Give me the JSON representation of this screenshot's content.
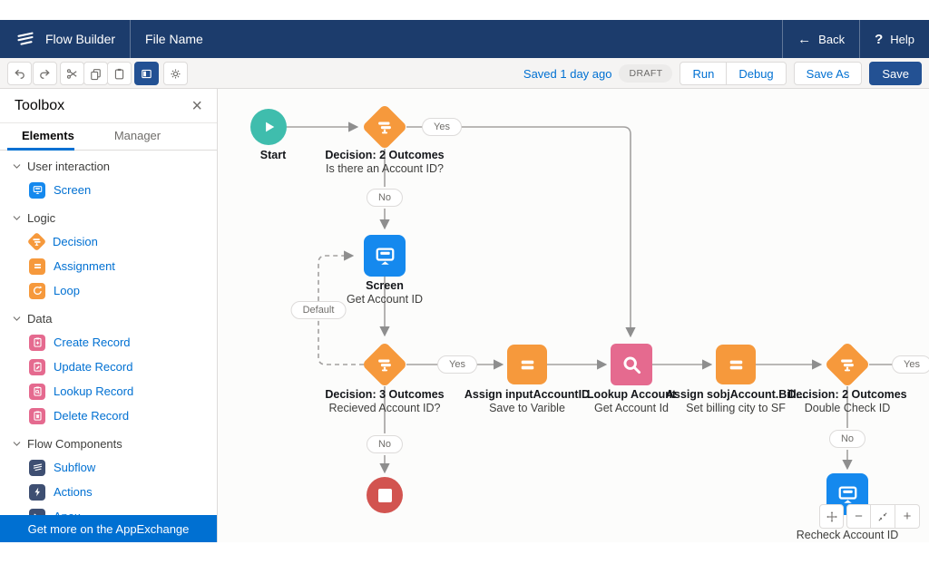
{
  "colors": {
    "accent_blue": "#0070d2",
    "header_navy": "#1c3c6c",
    "save_button_blue": "#235193",
    "start_teal": "#3fbdad",
    "decision_orange": "#f6993c",
    "screen_blue": "#1589ee",
    "lookup_pink": "#e56a8f",
    "end_red": "#d25450",
    "component_navy": "#3e4f72",
    "banner_blue": "#0070d2"
  },
  "header": {
    "app_name": "Flow Builder",
    "file_name": "File Name",
    "back_icon": "←",
    "back_label": "Back",
    "help_icon": "?",
    "help_label": "Help"
  },
  "toolbar": {
    "saved_status": "Saved 1 day ago",
    "draft_badge": "DRAFT",
    "run_label": "Run",
    "debug_label": "Debug",
    "save_as_label": "Save As",
    "save_label": "Save"
  },
  "toolbox": {
    "title": "Toolbox",
    "close_icon": "×",
    "tabs": [
      {
        "label": "Elements"
      },
      {
        "label": "Manager"
      }
    ],
    "sections": [
      {
        "label": "User interaction",
        "items": [
          {
            "label": "Screen"
          }
        ]
      },
      {
        "label": "Logic",
        "items": [
          {
            "label": "Decision"
          },
          {
            "label": "Assignment"
          },
          {
            "label": "Loop"
          }
        ]
      },
      {
        "label": "Data",
        "items": [
          {
            "label": "Create Record"
          },
          {
            "label": "Update Record"
          },
          {
            "label": "Lookup Record"
          },
          {
            "label": "Delete Record"
          }
        ]
      },
      {
        "label": "Flow Components",
        "items": [
          {
            "label": "Subflow"
          },
          {
            "label": "Actions"
          },
          {
            "label": "Apex"
          }
        ]
      }
    ],
    "banner_label": "Get more on the AppExchange"
  },
  "canvas": {
    "nodes": {
      "start": {
        "title": "Start"
      },
      "decision_account": {
        "title": "Decision: 2 Outcomes",
        "subtitle": "Is there an Account ID?"
      },
      "screen_get": {
        "title": "Screen",
        "subtitle": "Get Account ID"
      },
      "decision_received": {
        "title": "Decision: 3 Outcomes",
        "subtitle": "Recieved Account ID?"
      },
      "assign_input": {
        "title": "Assign inputAccountID",
        "subtitle": "Save to Varible"
      },
      "lookup_account": {
        "title": "Lookup Account",
        "subtitle": "Get Account Id"
      },
      "assign_sobj": {
        "title": "Assign sobjAccount.Bill...",
        "subtitle": "Set billing city to SF"
      },
      "decision_double": {
        "title": "Decision: 2 Outcomes",
        "subtitle": "Double Check ID"
      },
      "screen_recheck": {
        "subtitle": "Recheck Account ID"
      }
    },
    "connector_labels": {
      "yes": "Yes",
      "no": "No",
      "default": "Default"
    },
    "zoom_controls": {
      "minus": "−",
      "plus": "+"
    }
  }
}
